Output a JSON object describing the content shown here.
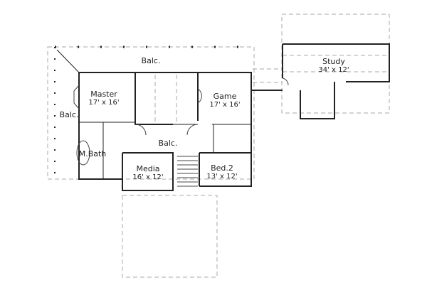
{
  "plan": {
    "rooms": [
      {
        "name": "Balc.",
        "size": ""
      },
      {
        "name": "Master",
        "size": "17' x 16'"
      },
      {
        "name": "Balc.",
        "size": ""
      },
      {
        "name": "M.Bath",
        "size": ""
      },
      {
        "name": "Balc.",
        "size": ""
      },
      {
        "name": "Media",
        "size": "16' x 12'"
      },
      {
        "name": "Game",
        "size": "17' x 16'"
      },
      {
        "name": "Bed.2",
        "size": "13' x 12'"
      },
      {
        "name": "Study",
        "size": "34' x 12'"
      }
    ],
    "colors": {
      "wall": "#222222",
      "dashed": "#aaaaaa",
      "background": "#ffffff"
    }
  }
}
